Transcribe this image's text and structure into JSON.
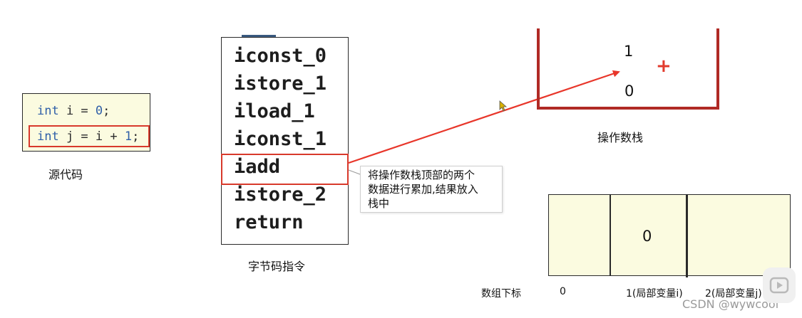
{
  "source_code": {
    "line1": {
      "kw": "int",
      "mid": " i = ",
      "num": "0",
      "tail": ";"
    },
    "line2": {
      "kw": "int",
      "mid": " j = i + ",
      "num": "1",
      "tail": ";"
    },
    "caption": "源代码"
  },
  "bytecode": {
    "instructions": [
      "iconst_0",
      "istore_1",
      "iload_1",
      "iconst_1",
      "iadd",
      "istore_2",
      "return"
    ],
    "caption": "字节码指令"
  },
  "tooltip": {
    "lines": [
      "将操作数栈顶部的两个",
      "数据进行累加,结果放入",
      "栈中"
    ]
  },
  "operand_stack": {
    "values": [
      "1",
      "0"
    ],
    "operator": "+",
    "caption": "操作数栈"
  },
  "local_vars": {
    "cells": [
      "",
      "0",
      ""
    ],
    "index_label": "数组下标",
    "indices": [
      "0",
      "1(局部变量i)",
      "2(局部变量j)"
    ]
  },
  "watermark": "CSDN @wywcool",
  "colors": {
    "highlight": "#d8392b",
    "stack_border": "#b02a25",
    "arrow": "#e8362a",
    "cell_bg": "#fbfbe0"
  }
}
